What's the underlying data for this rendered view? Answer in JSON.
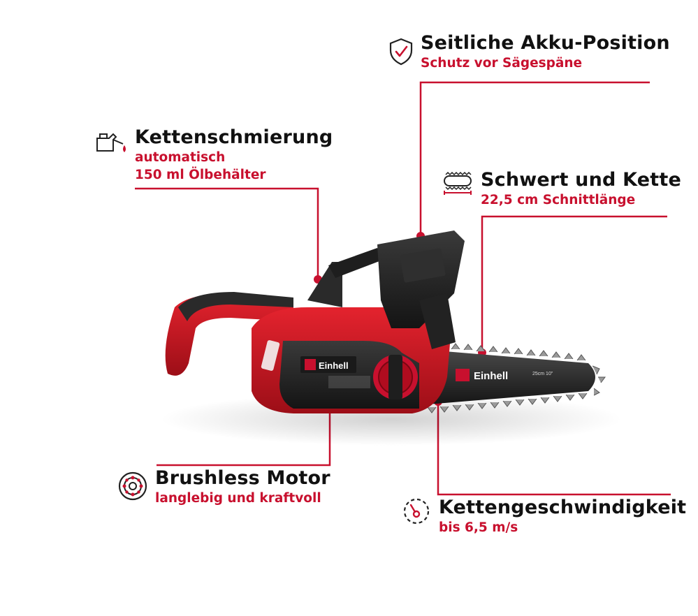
{
  "accent_color": "#c8102e",
  "features": {
    "akku": {
      "title": "Seitliche Akku-Position",
      "lines": [
        "Schutz vor Sägespäne"
      ],
      "icon": "shield-check-icon"
    },
    "schmierung": {
      "title": "Kettenschmierung",
      "lines": [
        "automatisch",
        "150 ml Ölbehälter"
      ],
      "icon": "oil-can-icon"
    },
    "schwert": {
      "title": "Schwert und Kette",
      "lines": [
        "22,5 cm Schnittlänge"
      ],
      "icon": "chain-bar-icon"
    },
    "motor": {
      "title": "Brushless Motor",
      "lines": [
        "langlebig und kraftvoll"
      ],
      "icon": "motor-icon"
    },
    "geschwindigkeit": {
      "title": "Kettengeschwindigkeit",
      "lines": [
        "bis 6,5 m/s"
      ],
      "icon": "speedometer-icon"
    }
  },
  "product": {
    "brand": "Einhell",
    "bar_brand": "Einhell",
    "bar_marking": "25cm  10\""
  }
}
